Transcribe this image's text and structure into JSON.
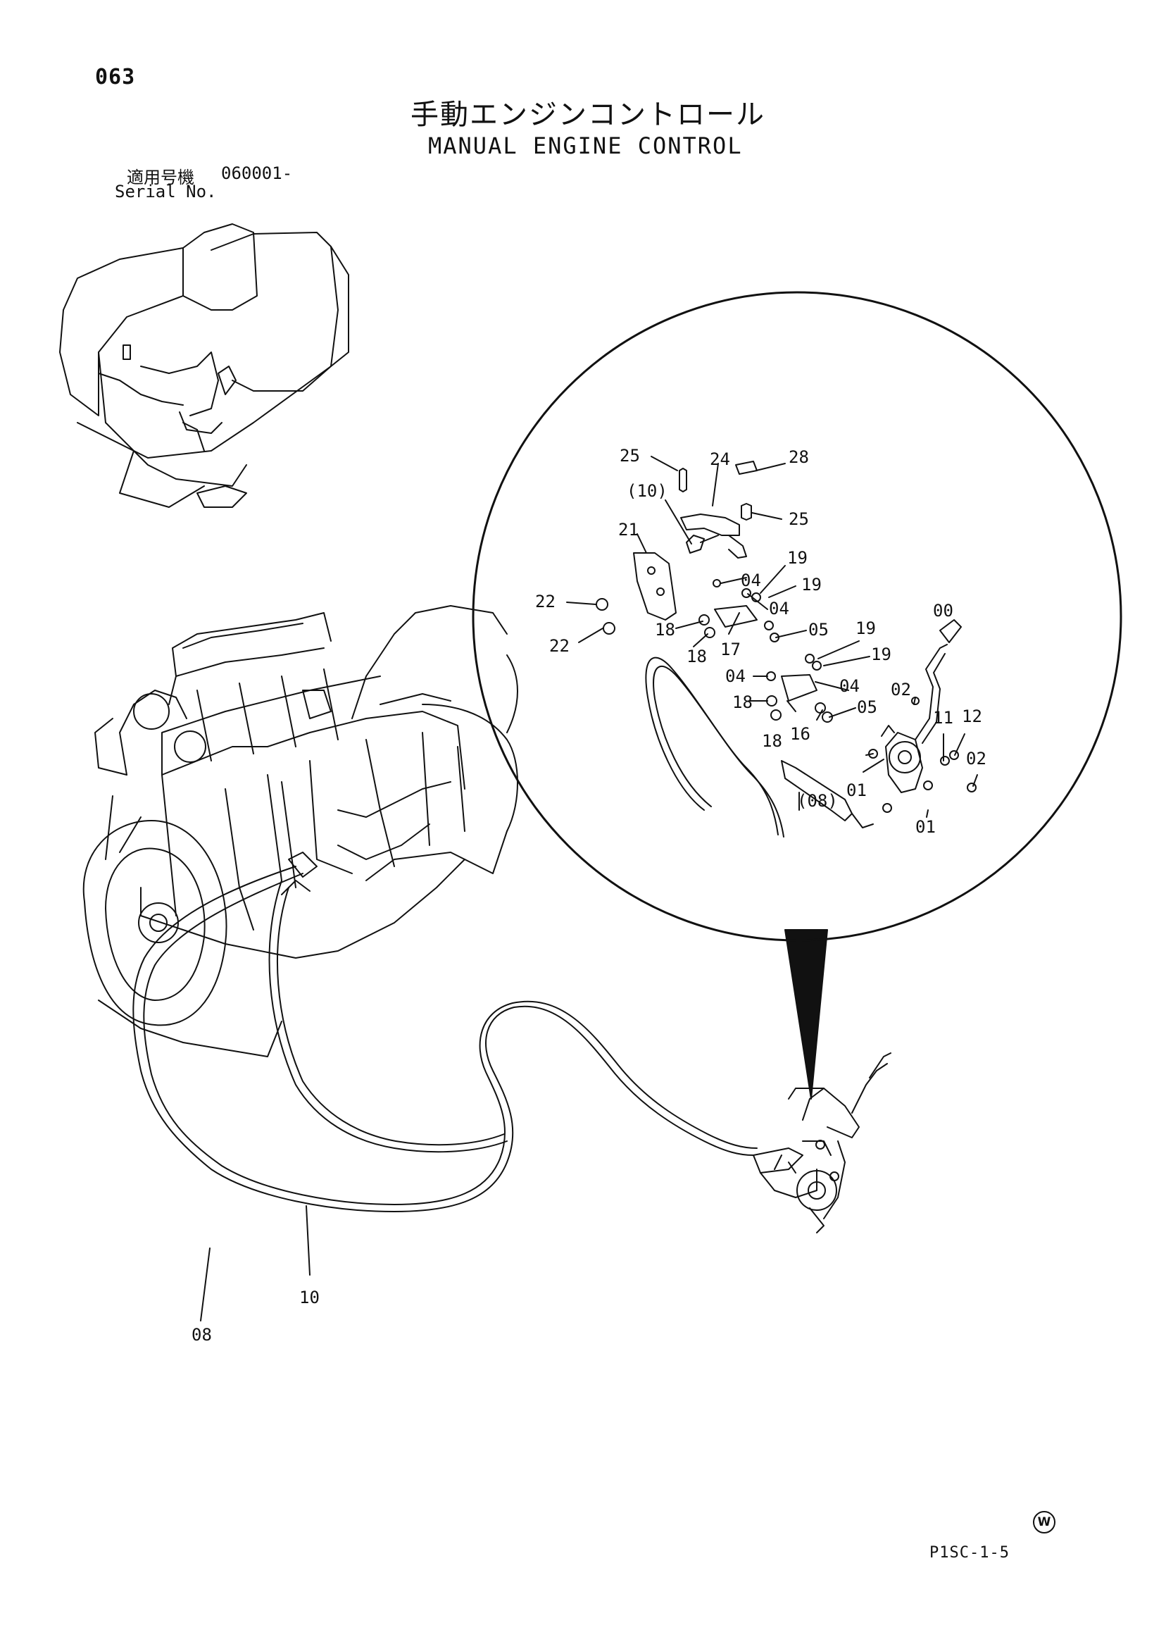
{
  "header": {
    "page_number": "063",
    "title_jp": "手動エンジンコントロール",
    "title_en": "MANUAL ENGINE CONTROL",
    "serial_label_jp": "適用号機",
    "serial_value": "060001-",
    "serial_label_en": "Serial No."
  },
  "footer": {
    "doc_code": "P1SC-1-5",
    "mark": "W"
  },
  "callouts": {
    "detail": {
      "c25a": "25",
      "c24": "24",
      "c28": "28",
      "c10p": "(10)",
      "c25b": "25",
      "c21": "21",
      "c19a": "19",
      "c04a": "04",
      "c19b": "19",
      "c22a": "22",
      "c04b": "04",
      "c18a": "18",
      "c17": "17",
      "c05a": "05",
      "c22b": "22",
      "c18b": "18",
      "c19c": "19",
      "c19d": "19",
      "c00": "00",
      "c04c": "04",
      "c18c": "18",
      "c04d": "04",
      "c02a": "02",
      "c05b": "05",
      "c16": "16",
      "c18d": "18",
      "c11": "11",
      "c12": "12",
      "c02b": "02",
      "c01a": "01",
      "c08p": "(08)",
      "c01b": "01"
    },
    "main": {
      "c10": "10",
      "c08": "08"
    }
  }
}
